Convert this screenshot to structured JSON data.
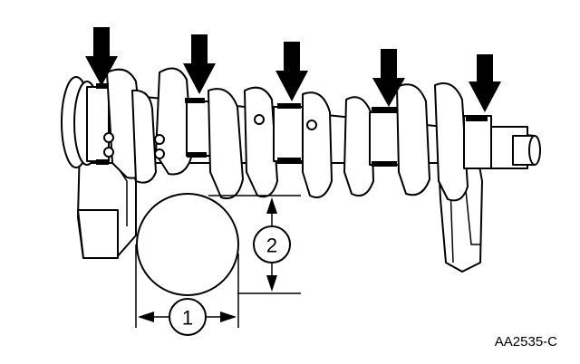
{
  "figure": {
    "figure_id": "AA2535-C",
    "callouts": [
      {
        "label": "1"
      },
      {
        "label": "2"
      }
    ],
    "icons": [
      "down-arrow-icon",
      "dimension-arrow-icon"
    ],
    "colors": {
      "ink": "#000000",
      "background": "#ffffff",
      "shade": "#bdbdbd"
    }
  }
}
